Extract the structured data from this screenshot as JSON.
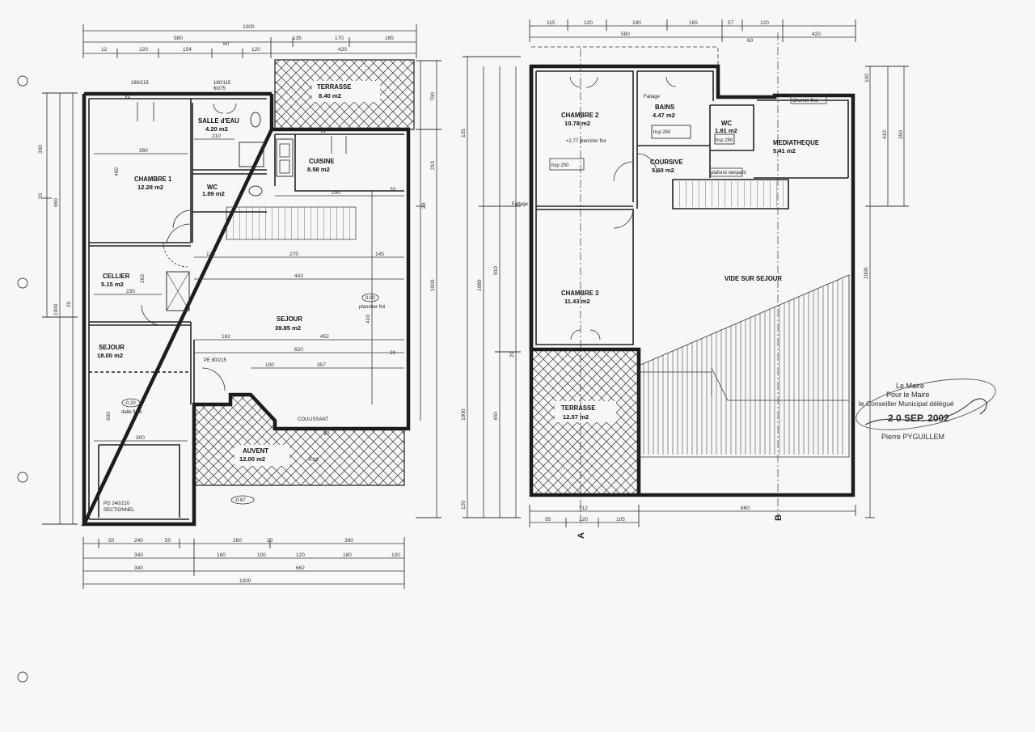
{
  "ground_floor": {
    "rooms": {
      "chambre1": {
        "name": "CHAMBRE 1",
        "area": "12.28 m2"
      },
      "salle_eau": {
        "name": "SALLE d'EAU",
        "area": "4.20 m2"
      },
      "wc": {
        "name": "WC",
        "area": "1.89 m2"
      },
      "cuisine": {
        "name": "CUISINE",
        "area": "8.58 m2"
      },
      "terrasse": {
        "name": "TERRASSE",
        "area": "8.40 m2"
      },
      "cellier": {
        "name": "CELLIER",
        "area": "5.15 m2"
      },
      "sejour": {
        "name": "SEJOUR",
        "area": "39.85 m2"
      },
      "sejour2": {
        "name": "SEJOUR",
        "area": "18.00 m2"
      },
      "auvent": {
        "name": "AUVENT",
        "area": "12.00 m2"
      }
    },
    "notes": {
      "plancher": "plancher fini",
      "level_000": "0.00",
      "level_020": "-0.20",
      "dalle": "dalle finie",
      "level_018": "-0.18",
      "level_067": "-0.67",
      "coulissant": "COULISSANT",
      "pe": "PE 90/215",
      "sectionnel": "SECTIONNEL",
      "porte_garage": "PG 240/210",
      "fenetre_top1": "180/115",
      "fenetre_top2": "60/75",
      "baie": "180/215",
      "v2": "V2"
    },
    "dims_top_row1": [
      "1000"
    ],
    "dims_top_row2": [
      "580",
      "60",
      "135",
      "170",
      "165"
    ],
    "dims_top_row3": [
      "12",
      "120",
      "154",
      "120",
      "420"
    ],
    "dims_bottom_row1": [
      "50",
      "240",
      "50",
      "260",
      "20",
      "380"
    ],
    "dims_bottom_row2": [
      "340",
      "160",
      "100",
      "120",
      "180",
      "100"
    ],
    "dims_bottom_row3": [
      "340",
      "662"
    ],
    "dims_bottom_row4": [
      "1000"
    ],
    "dims_left": [
      "330",
      "20",
      "660",
      "20",
      "1000"
    ],
    "dims_interior": [
      "360",
      "210",
      "290",
      "123",
      "275",
      "145",
      "443",
      "230",
      "162",
      "452",
      "620",
      "300",
      "357",
      "100",
      "410",
      "263",
      "460",
      "600",
      "30",
      "20"
    ],
    "dims_right": [
      "700",
      "210",
      "20",
      "1000"
    ]
  },
  "upper_floor": {
    "rooms": {
      "chambre2": {
        "name": "CHAMBRE 2",
        "area": "10.78 m2"
      },
      "bains": {
        "name": "BAINS",
        "area": "4.47 m2"
      },
      "wc": {
        "name": "WC",
        "area": "1.81 m2"
      },
      "mediatheque": {
        "name": "MEDIATHEQUE",
        "area": "5.41 m2"
      },
      "coursive": {
        "name": "COURSIVE",
        "area": "5.60 m2"
      },
      "chambre3": {
        "name": "CHAMBRE 3",
        "area": "11.43 m2"
      },
      "terrasse": {
        "name": "TERRASSE",
        "area": "12.57 m2"
      },
      "vide": {
        "name": "VIDE SUR SEJOUR",
        "area": ""
      }
    },
    "notes": {
      "faitage": "Faitage",
      "plancher": "+2.77 plancher fini",
      "hsp": "hsp 250",
      "plafond": "plafond rampant",
      "chemin": "Chemin fine"
    },
    "dims_top_row1": [
      "115",
      "120",
      "180",
      "165",
      "57",
      "120"
    ],
    "dims_top_row2": [
      "580",
      "60",
      "420"
    ],
    "dims_bottom": [
      "312",
      "660",
      "95",
      "120",
      "105"
    ],
    "dims_left": [
      "135",
      "1080",
      "450",
      "20",
      "1000",
      "910",
      "120"
    ],
    "dims_right": [
      "100",
      "410",
      "350",
      "1000"
    ],
    "section_a": "A",
    "section_b": "B"
  },
  "stamp": {
    "line1": "Le Maire",
    "line2": "Pour le Maire",
    "line3": "le Conseiller Municipal délégué",
    "date": "2 0 SEP. 2002",
    "name": "Pierre PYGUILLEM"
  }
}
